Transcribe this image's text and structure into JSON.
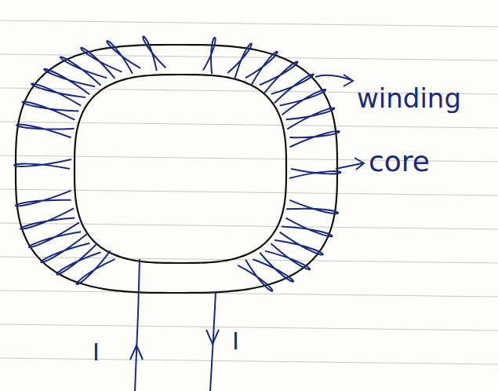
{
  "diagram": {
    "labels": [
      "winding",
      "core",
      "I",
      "I"
    ]
  }
}
